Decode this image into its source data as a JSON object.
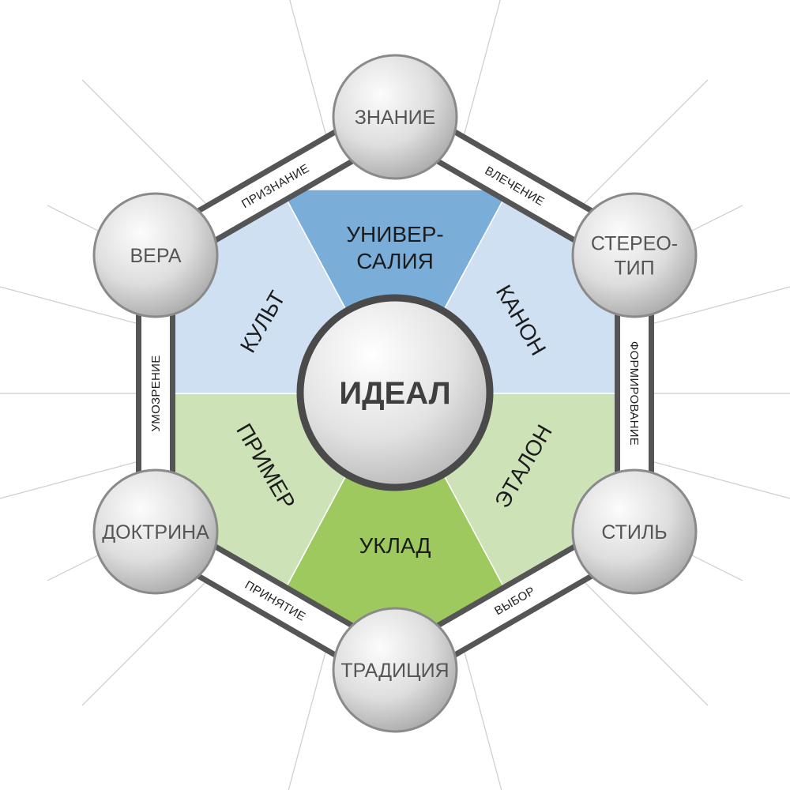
{
  "center": {
    "label": "ИДЕАЛ"
  },
  "nodes": [
    {
      "id": "znanie",
      "label": "ЗНАНИЕ"
    },
    {
      "id": "stereotip",
      "label": "СТЕРЕО-\nТИП"
    },
    {
      "id": "stil",
      "label": "СТИЛЬ"
    },
    {
      "id": "traditsiya",
      "label": "ТРАДИЦИЯ"
    },
    {
      "id": "doktrina",
      "label": "ДОКТРИНА"
    },
    {
      "id": "vera",
      "label": "ВЕРА"
    }
  ],
  "sectors": [
    {
      "id": "universaliya",
      "label": "УНИВЕР-\nСАЛИЯ",
      "color": "#7aaed9"
    },
    {
      "id": "kanon",
      "label": "КАНОН",
      "color": "#cfe0f3"
    },
    {
      "id": "etalon",
      "label": "ЭТАЛОН",
      "color": "#cde2b7"
    },
    {
      "id": "uklad",
      "label": "УКЛАД",
      "color": "#9ec95f"
    },
    {
      "id": "primer",
      "label": "ПРИМЕР",
      "color": "#cde2b7"
    },
    {
      "id": "kult",
      "label": "КУЛЬТ",
      "color": "#cfe0f3"
    }
  ],
  "edges": [
    {
      "from": "znanie",
      "to": "stereotip",
      "label": "ВЛЕЧЕНИЕ"
    },
    {
      "from": "stereotip",
      "to": "stil",
      "label": "ФОРМИРОВАНИЕ"
    },
    {
      "from": "stil",
      "to": "traditsiya",
      "label": "ВЫБОР"
    },
    {
      "from": "traditsiya",
      "to": "doktrina",
      "label": "ПРИНЯТИЕ"
    },
    {
      "from": "doktrina",
      "to": "vera",
      "label": "УМОЗРЕНИЕ"
    },
    {
      "from": "vera",
      "to": "znanie",
      "label": "ПРИЗНАНИЕ"
    }
  ],
  "colors": {
    "frame": "#555555",
    "sphere_light": "#fafafa",
    "sphere_dark": "#a9a9a9",
    "sphere_border": "#8a8a8a",
    "center_border": "#4a4a4a",
    "rays": "#cccccc"
  }
}
